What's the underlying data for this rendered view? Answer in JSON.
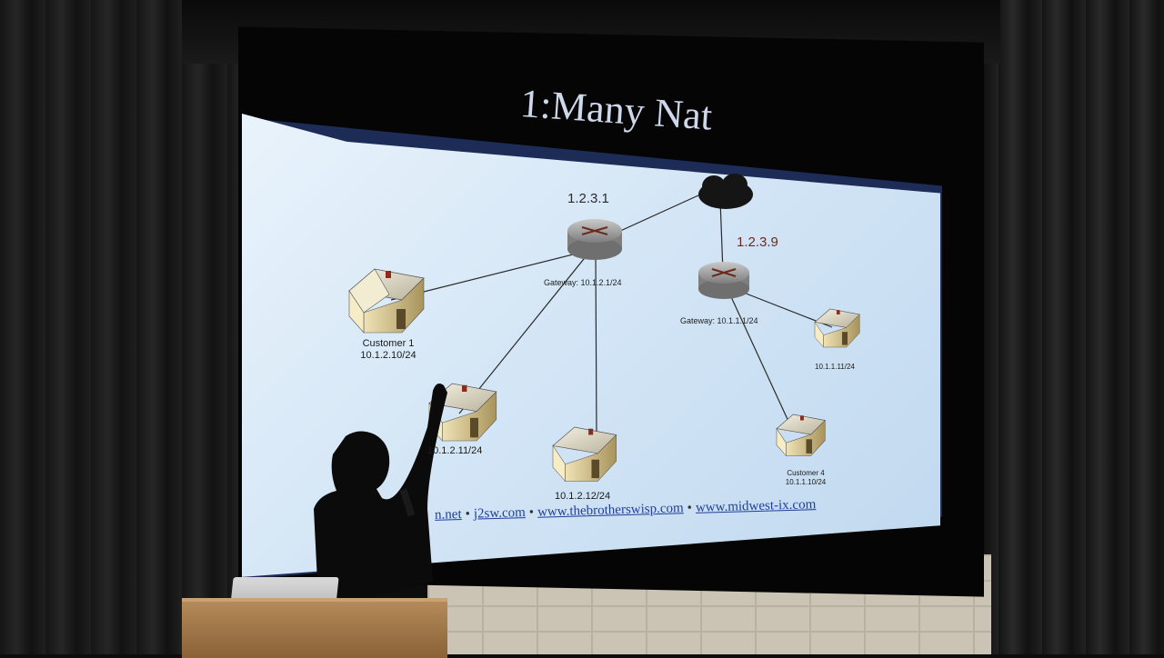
{
  "slide": {
    "title": "1:Many Nat",
    "public_ip_1": "1.2.3.1",
    "public_ip_2": "1.2.3.9",
    "gateway_1": "Gateway: 10.1.2.1/24",
    "gateway_2": "Gateway: 10.1.1.1/24",
    "customer_1_name": "Customer 1",
    "customer_1_ip": "10.1.2.10/24",
    "house_2_ip": "10.1.2.11/24",
    "house_3_ip": "10.1.2.12/24",
    "house_4_ip": "10.1.1.11/24",
    "customer_4_name": "Customer 4",
    "customer_4_ip": "10.1.1.10/24",
    "footer_links": [
      "n.net",
      "j2sw.com",
      "www.thebrotherswisp.com",
      "www.midwest-ix.com"
    ],
    "footer_separator": "•"
  },
  "colors": {
    "slide_header": "#1d2b57",
    "slide_body": "#d4e6f6",
    "link": "#1f3f9a",
    "router": "#9e9e9e",
    "house": "#e0d3a8"
  }
}
